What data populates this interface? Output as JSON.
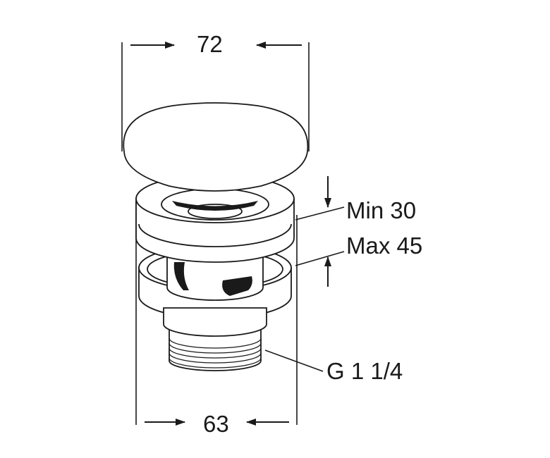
{
  "dimensions": {
    "top_width": "72",
    "bottom_width": "63",
    "thickness_min": "Min 30",
    "thickness_max": "Max 45",
    "thread": "G 1 1/4"
  },
  "colors": {
    "line": "#1a1a1a",
    "fill": "#ffffff",
    "slot": "#1a1a1a"
  }
}
